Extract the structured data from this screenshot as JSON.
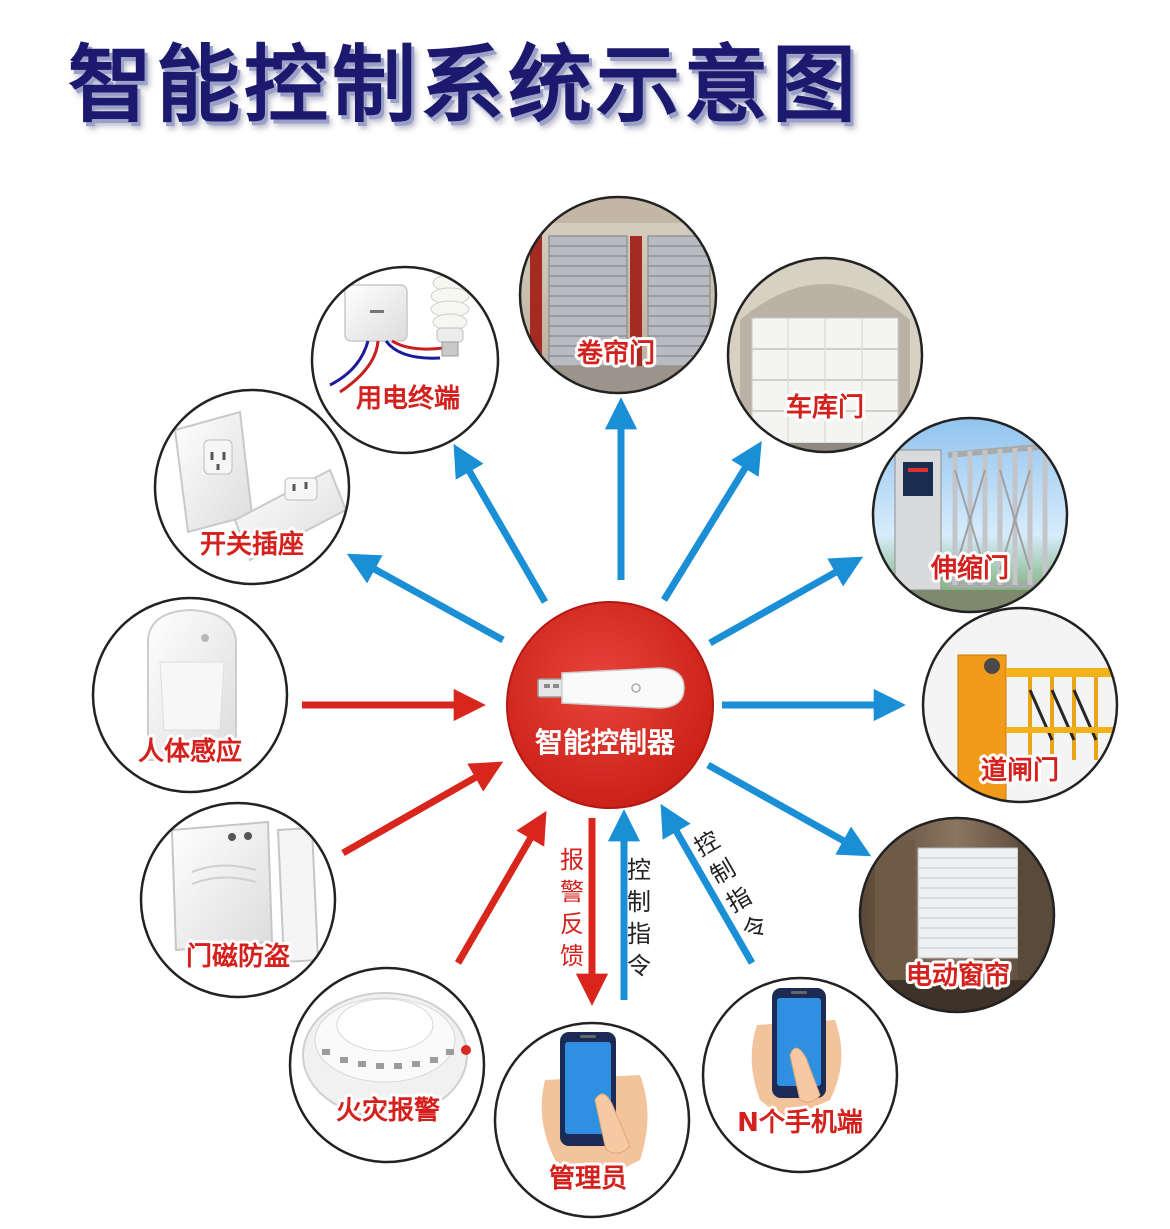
{
  "title": "智能控制系统示意图",
  "hub": {
    "label": "智能控制器",
    "icon": "usb-dongle-icon"
  },
  "nodes": {
    "power_terminal": {
      "label": "用电终端",
      "icon": "socket-and-bulb-icon"
    },
    "rolling_door": {
      "label": "卷帘门",
      "icon": "rolling-shutter-icon"
    },
    "garage_door": {
      "label": "车库门",
      "icon": "garage-door-icon"
    },
    "retractable_gate": {
      "label": "伸缩门",
      "icon": "retractable-gate-icon"
    },
    "barrier_gate": {
      "label": "道闸门",
      "icon": "barrier-gate-icon"
    },
    "curtain": {
      "label": "电动窗帘",
      "icon": "window-curtain-icon"
    },
    "mobile_n": {
      "label": "N个手机端",
      "icon": "phone-in-hand-icon"
    },
    "admin": {
      "label": "管理员",
      "icon": "phone-in-hand-icon"
    },
    "fire_alarm": {
      "label": "火灾报警",
      "icon": "smoke-detector-icon"
    },
    "door_sensor": {
      "label": "门磁防盗",
      "icon": "door-magnet-sensor-icon"
    },
    "motion_sensor": {
      "label": "人体感应",
      "icon": "pir-motion-sensor-icon"
    },
    "switch_socket": {
      "label": "开关插座",
      "icon": "smart-plug-icon"
    }
  },
  "arrow_labels": {
    "alarm_feedback": [
      "报",
      "警",
      "反",
      "馈"
    ],
    "control_command_admin": [
      "控",
      "制",
      "指",
      "令"
    ],
    "control_command_mobile": [
      "控",
      "制",
      "指",
      "令"
    ]
  },
  "colors": {
    "control_arrow": "#1b8fd6",
    "sensor_arrow": "#d9261c",
    "hub_fill": "#d82a22",
    "node_label": "#d5211d",
    "title": "#1c1a6e"
  }
}
